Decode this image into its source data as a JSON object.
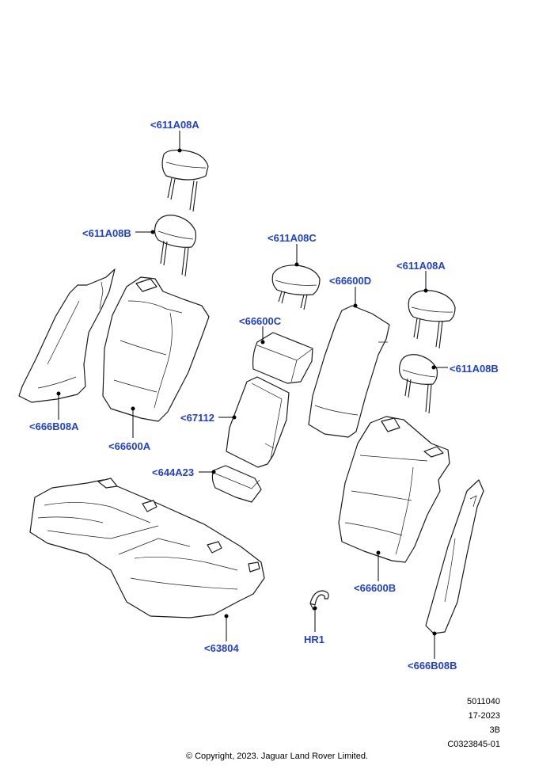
{
  "callouts": {
    "c_611A08A_left": "<611A08A",
    "c_611A08B_left": "<611A08B",
    "c_611A08C": "<611A08C",
    "c_611A08A_right": "<611A08A",
    "c_66600D": "<66600D",
    "c_66600C": "<66600C",
    "c_611A08B_right": "<611A08B",
    "c_67112": "<67112",
    "c_666B08A": "<666B08A",
    "c_66600A": "<66600A",
    "c_644A23": "<644A23",
    "c_66600B": "<66600B",
    "c_63804": "<63804",
    "c_HR1": "HR1",
    "c_666B08B": "<666B08B"
  },
  "metadata": {
    "line1": "5011040",
    "line2": "17-2023",
    "line3": "3B",
    "line4": "C0323845-01"
  },
  "copyright": "© Copyright, 2023. Jaguar Land Rover Limited."
}
